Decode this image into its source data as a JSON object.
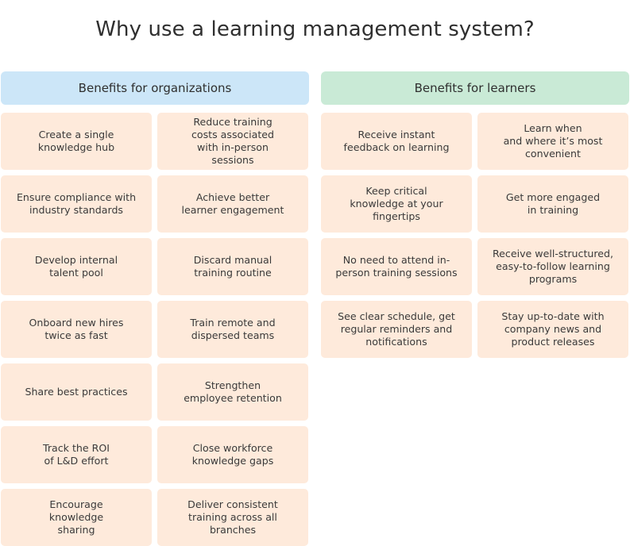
{
  "title": "Why use a learning management system?",
  "organizations": {
    "header": "Benefits for organizations",
    "items": [
      "Create a single\nknowledge hub",
      "Reduce training\ncosts associated\nwith in-person\nsessions",
      "Ensure compliance with\nindustry standards",
      "Achieve better\nlearner engagement",
      "Develop internal\ntalent pool",
      "Discard manual\ntraining routine",
      "Onboard new hires\ntwice as fast",
      "Train remote and\ndispersed teams",
      "Share best practices",
      "Strengthen\nemployee retention",
      "Track the ROI\nof L&D effort",
      "Close workforce\nknowledge gaps",
      "Encourage\nknowledge\nsharing",
      "Deliver consistent\ntraining across all\nbranches"
    ]
  },
  "learners": {
    "header": "Benefits for learners",
    "items": [
      "Receive instant\nfeedback on learning",
      "Learn when\nand where it’s most\nconvenient",
      "Keep critical\nknowledge at your\nfingertips",
      "Get more engaged\nin training",
      "No need to attend in-\nperson training sessions",
      "Receive well-structured,\neasy-to-follow learning\nprograms",
      "See clear schedule, get\nregular reminders and\nnotifications",
      "Stay up-to-date with\ncompany news and\nproduct releases"
    ]
  }
}
